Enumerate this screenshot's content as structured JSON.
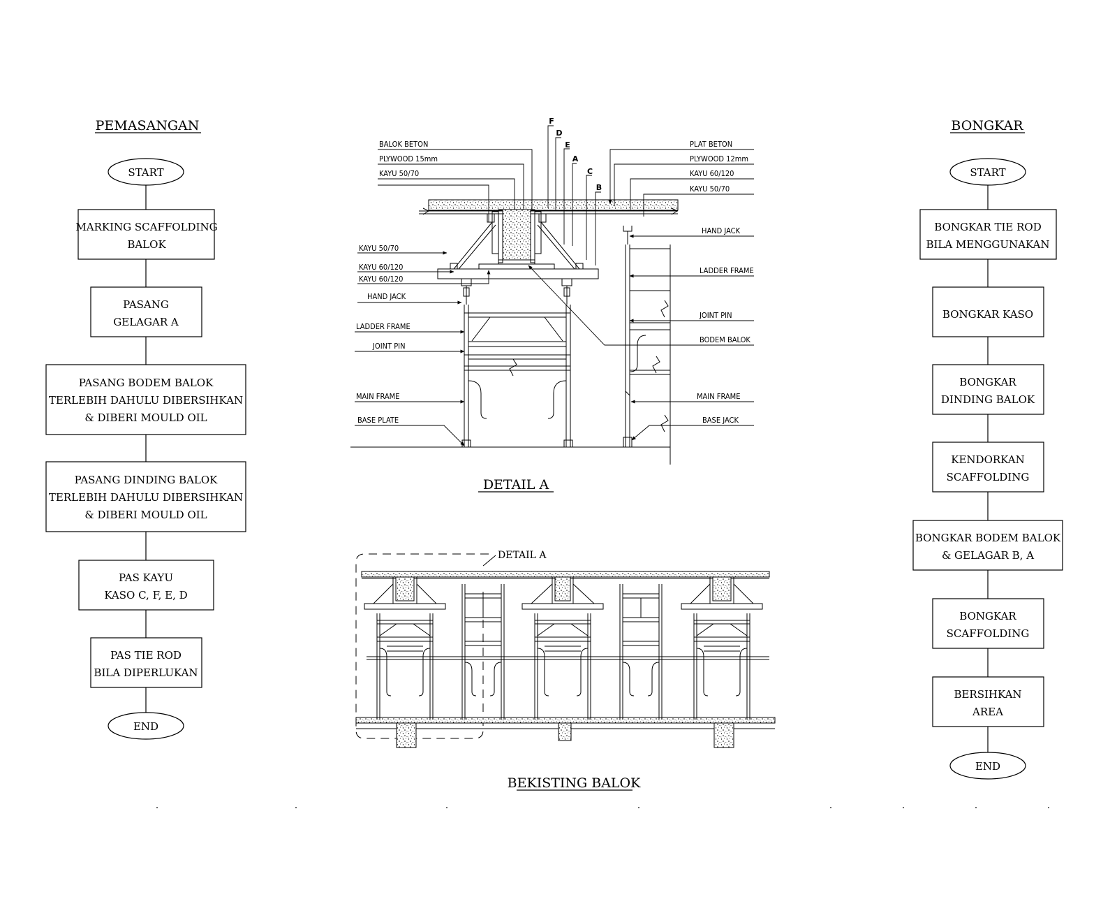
{
  "left_flow": {
    "title": "PEMASANGAN",
    "start": "START",
    "end": "END",
    "steps": [
      [
        "MARKING SCAFFOLDING",
        "BALOK"
      ],
      [
        "PASANG",
        "GELAGAR A"
      ],
      [
        "PASANG BODEM BALOK",
        "TERLEBIH DAHULU DIBERSIHKAN",
        "& DIBERI MOULD OIL"
      ],
      [
        "PASANG DINDING BALOK",
        "TERLEBIH DAHULU DIBERSIHKAN",
        "& DIBERI MOULD OIL"
      ],
      [
        "PAS KAYU",
        "KASO C, F, E, D"
      ],
      [
        "PAS TIE ROD",
        "BILA DIPERLUKAN"
      ]
    ]
  },
  "right_flow": {
    "title": "BONGKAR",
    "start": "START",
    "end": "END",
    "steps": [
      [
        "BONGKAR TIE ROD",
        "BILA MENGGUNAKAN"
      ],
      [
        "BONGKAR KASO"
      ],
      [
        "BONGKAR",
        "DINDING BALOK"
      ],
      [
        "KENDORKAN",
        "SCAFFOLDING"
      ],
      [
        "BONGKAR BODEM BALOK",
        "& GELAGAR B, A"
      ],
      [
        "BONGKAR",
        "SCAFFOLDING"
      ],
      [
        "BERSIHKAN",
        "AREA"
      ]
    ]
  },
  "detail_a": {
    "title": "DETAIL A",
    "letters": [
      "F",
      "D",
      "E",
      "A",
      "C",
      "B"
    ],
    "labels_left": {
      "balok_beton": "BALOK BETON",
      "plywood_15": "PLYWOOD 15mm",
      "kayu_50_70_top": "KAYU 50/70",
      "kayu_50_70": "KAYU 50/70",
      "kayu_60_120_a": "KAYU 60/120",
      "kayu_60_120_b": "KAYU 60/120",
      "hand_jack": "HAND JACK",
      "ladder_frame": "LADDER FRAME",
      "joint_pin": "JOINT PIN",
      "main_frame": "MAIN FRAME",
      "base_plate": "BASE PLATE"
    },
    "labels_right": {
      "plat_beton": "PLAT BETON",
      "plywood_12": "PLYWOOD 12mm",
      "kayu_60_120": "KAYU 60/120",
      "kayu_50_70": "KAYU 50/70",
      "hand_jack": "HAND JACK",
      "ladder_frame": "LADDER FRAME",
      "joint_pin": "JOINT PIN",
      "bodem_balok": "BODEM BALOK",
      "main_frame": "MAIN FRAME",
      "base_jack": "BASE JACK"
    }
  },
  "bekisting": {
    "title": "BEKISTING BALOK",
    "detail_callout": "DETAIL A"
  }
}
